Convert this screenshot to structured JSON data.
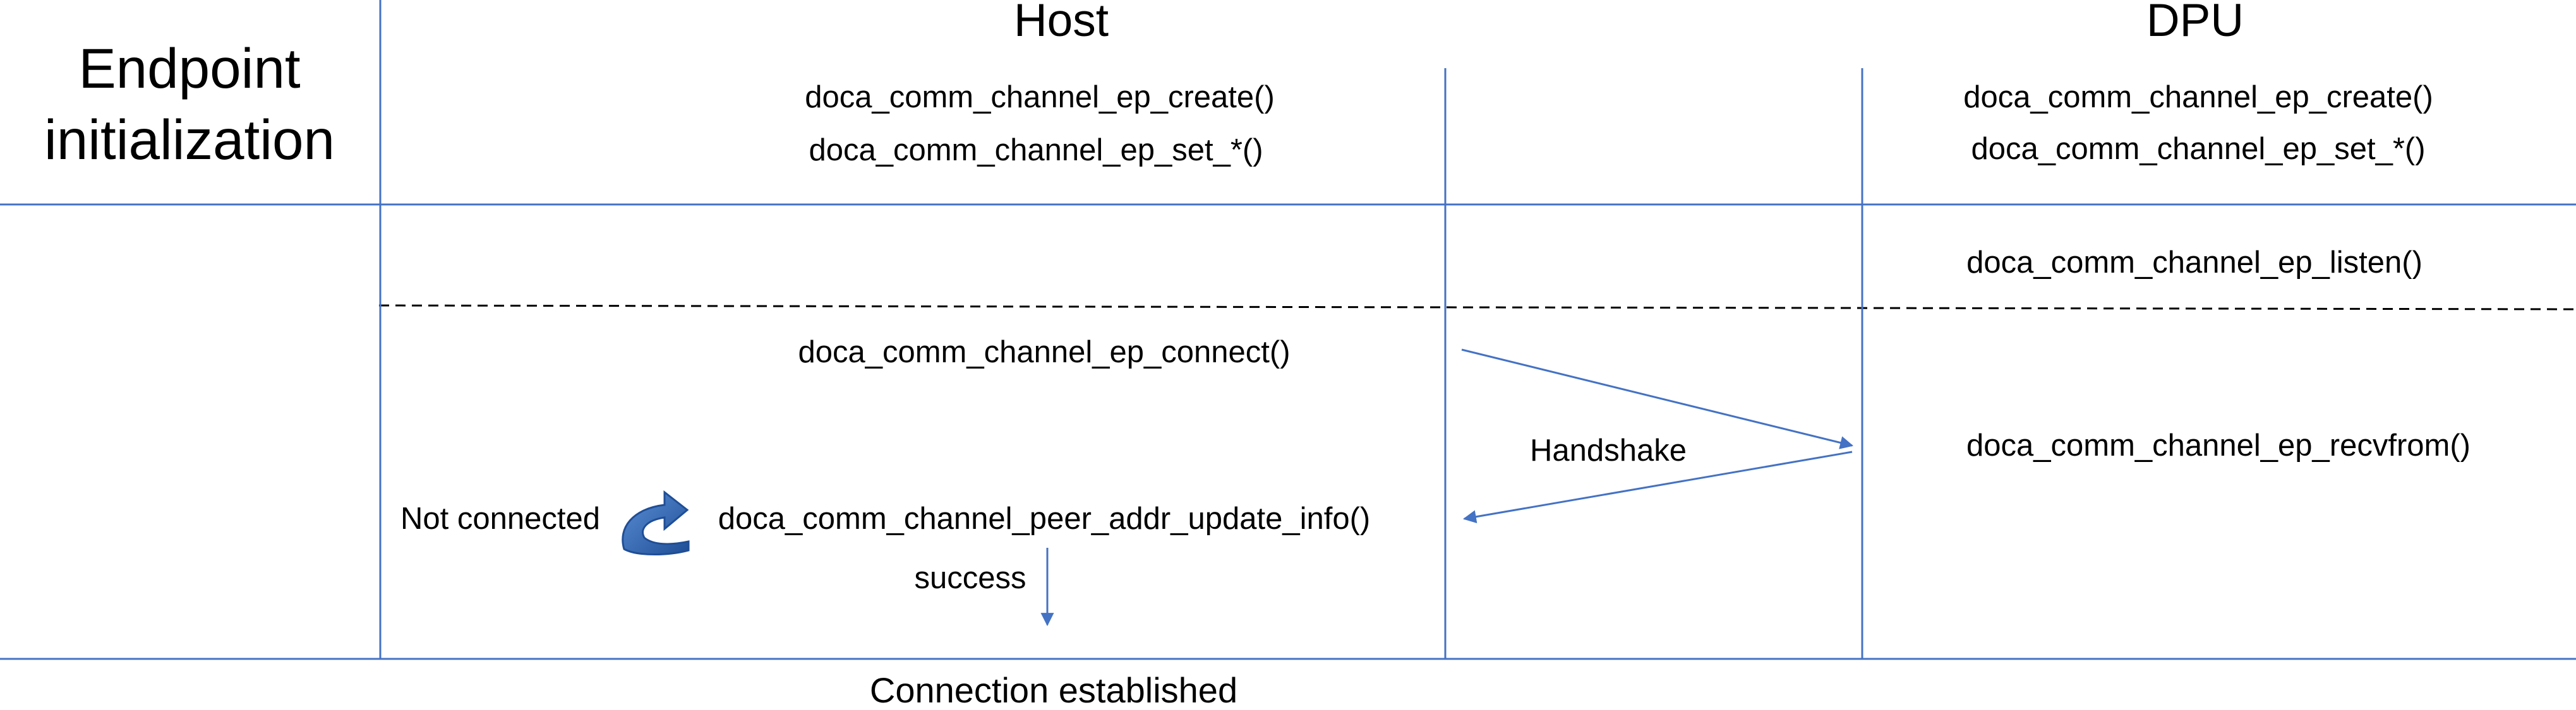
{
  "headers": {
    "host": "Host",
    "dpu": "DPU"
  },
  "section": {
    "line1": "Endpoint",
    "line2": "initialization"
  },
  "host_calls": {
    "create": "doca_comm_channel_ep_create()",
    "set": "doca_comm_channel_ep_set_*()",
    "connect": "doca_comm_channel_ep_connect()",
    "update_info": "doca_comm_channel_peer_addr_update_info()"
  },
  "dpu_calls": {
    "create": "doca_comm_channel_ep_create()",
    "set": "doca_comm_channel_ep_set_*()",
    "listen": "doca_comm_channel_ep_listen()",
    "recvfrom": "doca_comm_channel_ep_recvfrom()"
  },
  "labels": {
    "handshake": "Handshake",
    "not_connected": "Not connected",
    "success": "success",
    "connection_established": "Connection established"
  },
  "colors": {
    "line": "#4472c4",
    "arrow_fill": "#2e5fa8",
    "text": "#000000"
  }
}
